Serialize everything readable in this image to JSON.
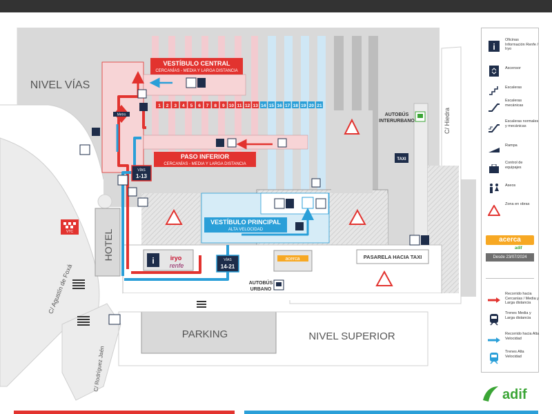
{
  "labels": {
    "nivel_vias": "NIVEL VÍAS",
    "nivel_superior": "NIVEL SUPERIOR",
    "parking": "PARKING",
    "hotel": "HOTEL",
    "vestibulo_central": "VESTÍBULO CENTRAL",
    "vestibulo_central_sub": "CERCANÍAS - MEDIA Y LARGA DISTANCIA",
    "paso_inferior": "PASO INFERIOR",
    "paso_inferior_sub": "CERCANÍAS - MEDIA Y LARGA DISTANCIA",
    "vestibulo_principal": "VESTÍBULO PRINCIPAL",
    "vestibulo_principal_sub": "ALTA VELOCIDAD",
    "vias_small": "VÍAS",
    "vias_1_13": "1-13",
    "vias_14_21": "14-21",
    "autobus_interurbano_1": "AUTOBÚS",
    "autobus_interurbano_2": "INTERURBANO",
    "autobus_urbano_1": "AUTOBÚS",
    "autobus_urbano_2": "URBANO",
    "taxi": "TAXI",
    "pasarela": "PASARELA HACIA TAXI",
    "vtc": "VTC",
    "c_hiedra": "C/ Hiedra",
    "c_agustin": "C/ Agustín de Foxá",
    "c_rodriguez": "C/ Rodríguez Jaén",
    "iryo": "iryo",
    "renfe": "renfe",
    "acerca_map": "acerca",
    "metro": "Metro"
  },
  "tracks_red": [
    "1",
    "2",
    "3",
    "4",
    "5",
    "6",
    "7",
    "8",
    "9",
    "10",
    "11",
    "12",
    "13"
  ],
  "tracks_blue": [
    "14",
    "15",
    "16",
    "17",
    "18",
    "19",
    "20",
    "21"
  ],
  "legend": {
    "items": [
      {
        "icon": "info-icon",
        "text": "Oficinas Información Renfe / Iryo"
      },
      {
        "icon": "elevator-icon",
        "text": "Ascensor"
      },
      {
        "icon": "stairs-icon",
        "text": "Escaleras"
      },
      {
        "icon": "escalator-icon",
        "text": "Escaleras mecánicas"
      },
      {
        "icon": "stairs-escalator-icon",
        "text": "Escaleras normales y mecánicas"
      },
      {
        "icon": "ramp-icon",
        "text": "Rampa"
      },
      {
        "icon": "luggage-icon",
        "text": "Control de equipajes"
      },
      {
        "icon": "toilet-icon",
        "text": "Aseos"
      },
      {
        "icon": "works-icon",
        "text": "Zona en obras"
      }
    ],
    "acerca": "acerca",
    "adif_mini": "adif",
    "desde": "Desde 23/07/2024",
    "routes": [
      {
        "icon": "red-arrow-icon",
        "text": "Recorrido hacia Cercanías / Media y Larga distancia"
      },
      {
        "icon": "train-dark-icon",
        "text": "Trenes Media y Larga distancia"
      },
      {
        "icon": "blue-arrow-icon",
        "text": "Recorrido hacia Alta Velocidad"
      },
      {
        "icon": "train-blue-icon",
        "text": "Trenes Alta Velocidad"
      }
    ]
  },
  "brand": {
    "adif": "adif"
  },
  "colors": {
    "red": "#e2332f",
    "blue": "#2a9fd8",
    "navy": "#1e2d4a",
    "pink": "#f7d4d6",
    "lightblue": "#d6ecf7",
    "gray": "#d9d9d9",
    "orange": "#f7a823",
    "green": "#3aa535"
  }
}
